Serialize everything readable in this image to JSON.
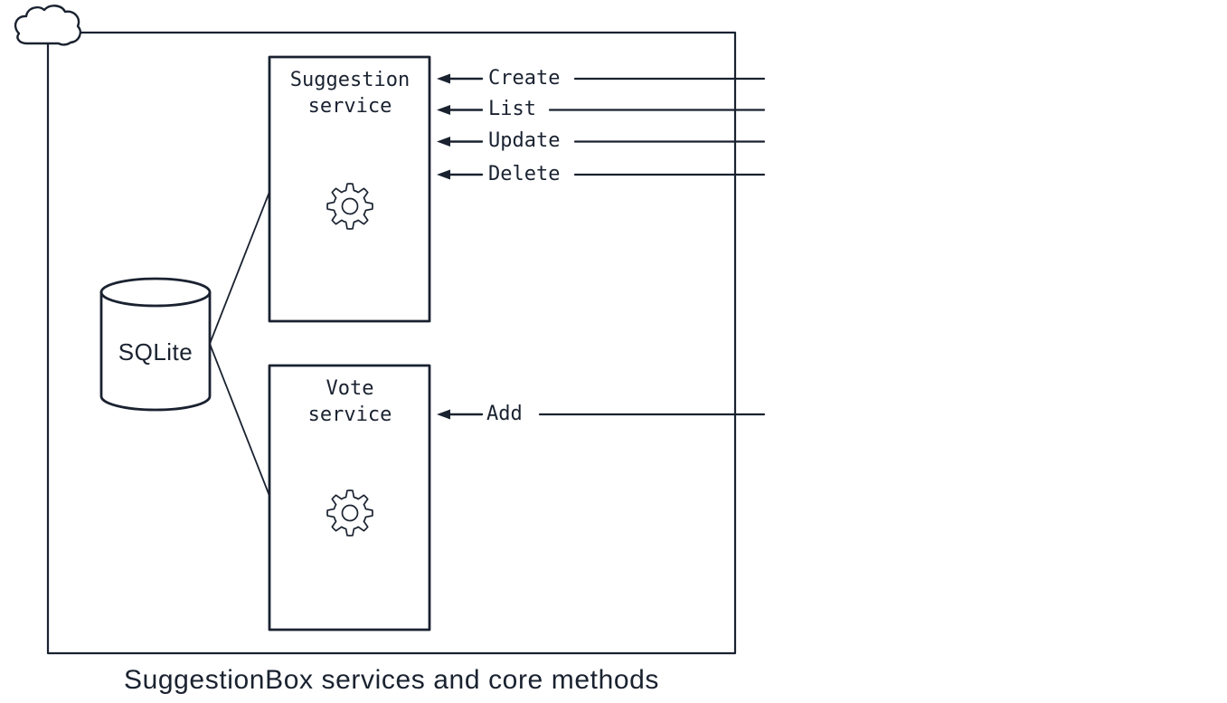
{
  "colors": {
    "ink": "#1a2230",
    "background": "#ffffff"
  },
  "diagram": {
    "caption": "SuggestionBox services and core methods",
    "boundary": {
      "icon": "cloud-icon"
    },
    "database": {
      "label": "SQLite",
      "shape": "cylinder"
    },
    "services": [
      {
        "label": "Suggestion\nservice",
        "icon": "gear-icon",
        "methods": [
          "Create",
          "List",
          "Update",
          "Delete"
        ]
      },
      {
        "label": "Vote\nservice",
        "icon": "gear-icon",
        "methods": [
          "Add"
        ]
      }
    ]
  }
}
